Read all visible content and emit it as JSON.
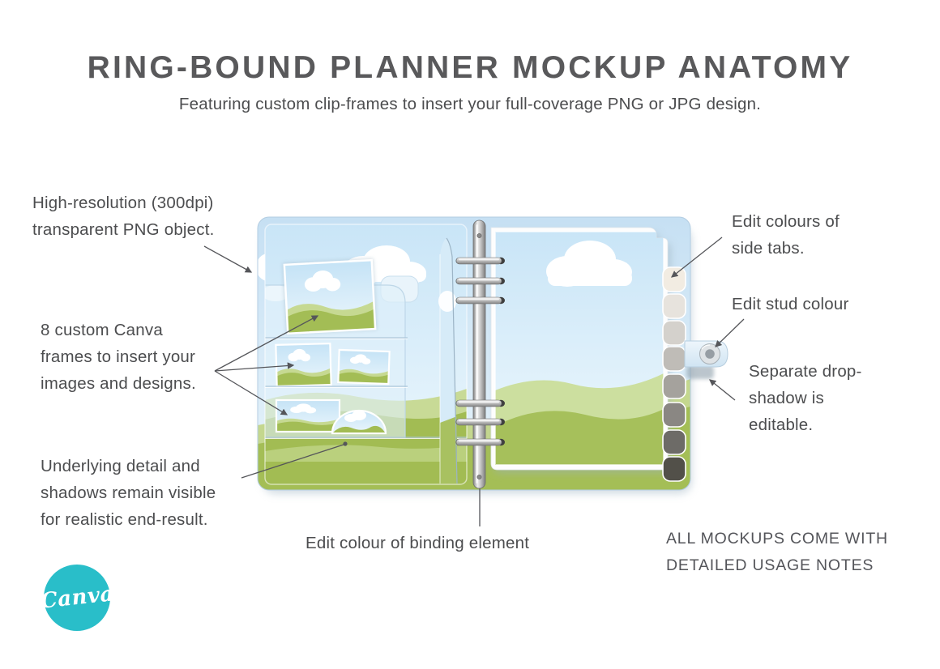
{
  "header": {
    "title": "RING-BOUND PLANNER MOCKUP ANATOMY",
    "subtitle": "Featuring custom clip-frames to insert your full-coverage PNG or JPG design."
  },
  "notes": {
    "high_res": {
      "lines": [
        "High-resolution (300dpi)",
        "transparent PNG object."
      ]
    },
    "frames": {
      "lines": [
        "8 custom Canva",
        "frames to insert your",
        "images and designs."
      ]
    },
    "underlying": {
      "lines": [
        "Underlying detail and",
        "shadows remain visible",
        "for realistic end-result."
      ]
    },
    "binding": {
      "lines": [
        "Edit colour of binding element"
      ]
    },
    "side_tabs": {
      "lines": [
        "Edit colours of",
        "side tabs."
      ]
    },
    "stud": {
      "lines": [
        "Edit stud colour"
      ]
    },
    "drop_shadow": {
      "lines": [
        "Separate drop-",
        "shadow is",
        "editable."
      ]
    },
    "usage": {
      "lines": [
        "ALL MOCKUPS COME WITH",
        "DETAILED USAGE NOTES"
      ]
    }
  },
  "logo": {
    "text": "Canva"
  },
  "palette": {
    "title_gray": "#59595b",
    "text_dark": "#4c4d4f",
    "canva_teal": "#29bec9",
    "cover_blue": "#cfe3f2",
    "sky_light": "#e9f5fc",
    "leaf_green_dark": "#a4be56",
    "leaf_green_light": "#c9dc98",
    "tab_cream": "#f2ece2",
    "tab_dark": "#525049",
    "metal_gray": "#9a9a9a",
    "annotation_line": "#55565a"
  }
}
